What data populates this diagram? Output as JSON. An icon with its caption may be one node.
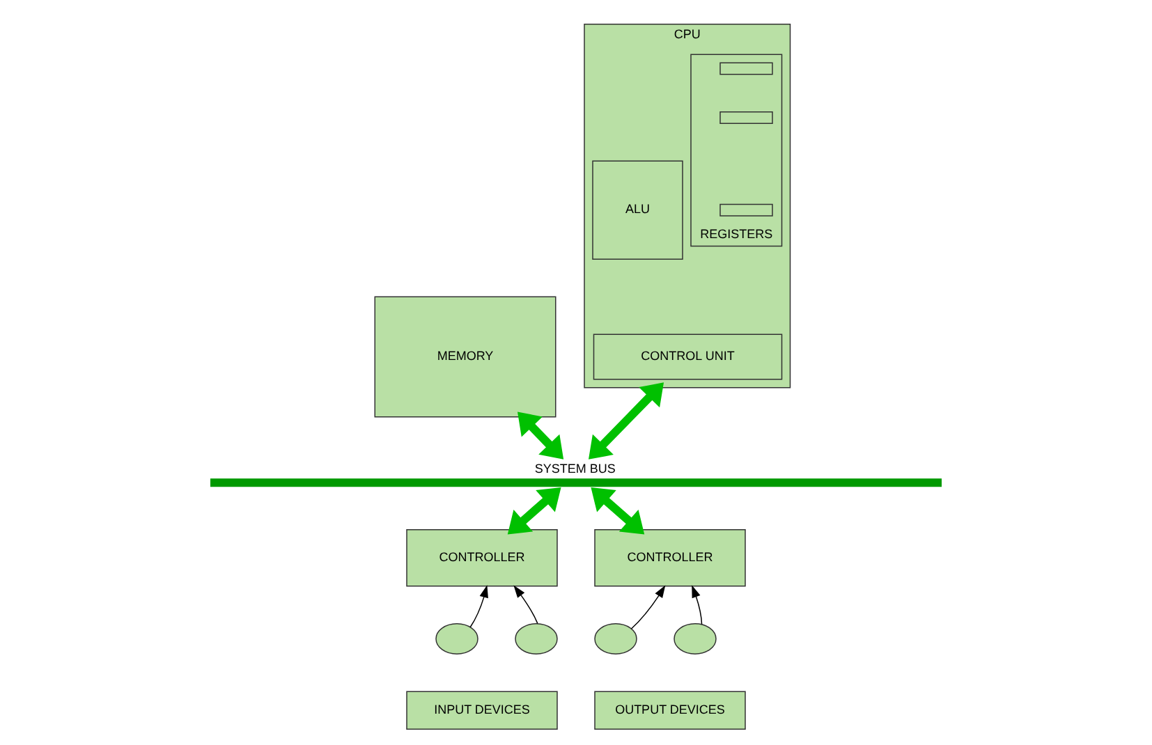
{
  "diagram": {
    "nodes": [
      {
        "text": [
          "CPU"
        ]
      },
      {
        "text": [
          "ALU"
        ],
        "in": 0
      },
      {
        "text": [
          "REGISTERS"
        ],
        "in": 0
      },
      {
        "text": [],
        "shape": "box",
        "in": 2
      },
      {
        "text": [],
        "shape": "box",
        "in": 2
      },
      {
        "text": [],
        "shape": "box",
        "in": 2
      },
      {
        "text": [
          "CONTROL UNIT"
        ],
        "in": 0
      },
      {
        "text": [
          "MEMORY"
        ]
      },
      {
        "text": [
          "SYSTEM BUS"
        ]
      },
      {
        "text": [
          "CONTROLLER"
        ]
      },
      {
        "text": [
          "CONTROLLER"
        ]
      },
      {
        "text": [],
        "shape": "circle"
      },
      {
        "text": [],
        "shape": "circle"
      },
      {
        "text": [
          "INPUT DEVICES"
        ]
      },
      {
        "text": [],
        "shape": "circle"
      },
      {
        "text": [],
        "shape": "circle"
      },
      {
        "text": [
          "OUTPUT DEVICES"
        ]
      }
    ],
    "edges": [
      {
        "from": 0,
        "to": 8,
        "arrow": "both",
        "style": "thick",
        "color": "#00c000"
      },
      {
        "from": 7,
        "to": 8,
        "arrow": "both",
        "style": "thick",
        "color": "#00c000"
      },
      {
        "from": 8,
        "to": 9,
        "arrow": "both",
        "style": "thick",
        "color": "#00c000"
      },
      {
        "from": 8,
        "to": 10,
        "arrow": "both",
        "style": "thick",
        "color": "#00c000"
      },
      {
        "from": 11,
        "to": 9,
        "arrow": "to",
        "color": "#000000"
      },
      {
        "from": 12,
        "to": 9,
        "arrow": "to",
        "color": "#000000"
      },
      {
        "from": 14,
        "to": 10,
        "arrow": "to",
        "color": "#000000"
      },
      {
        "from": 15,
        "to": 10,
        "arrow": "to",
        "color": "#000000"
      }
    ]
  }
}
